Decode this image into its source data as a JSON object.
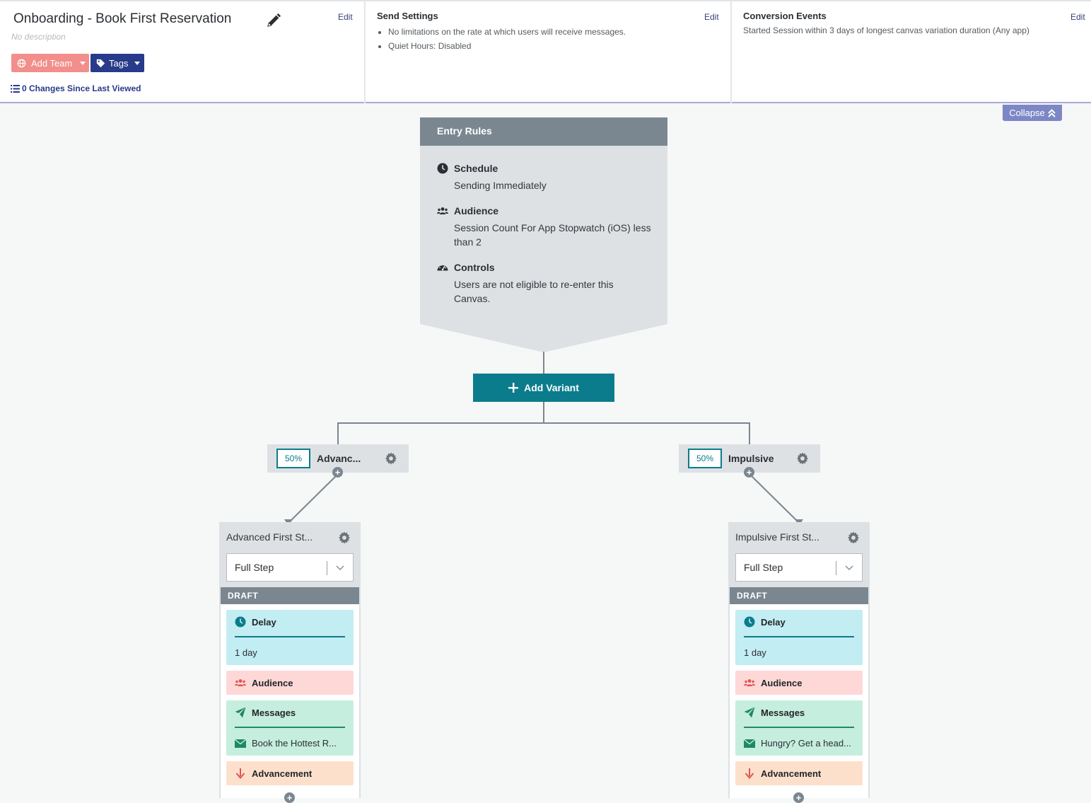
{
  "header": {
    "canvas_name": "Onboarding - Book First Reservation",
    "description": "No description",
    "edit_label": "Edit",
    "add_team_label": "Add Team",
    "tags_label": "Tags",
    "changes_label": "0 Changes Since Last Viewed",
    "send_settings": {
      "title": "Send Settings",
      "items": [
        "No limitations on the rate at which users will receive messages.",
        "Quiet Hours: Disabled"
      ]
    },
    "conversion_events": {
      "title": "Conversion Events",
      "text": "Started Session within 3 days of longest canvas variation duration (Any app)"
    },
    "collapse_label": "Collapse"
  },
  "entry_rules": {
    "title": "Entry Rules",
    "schedule": {
      "label": "Schedule",
      "text": "Sending Immediately"
    },
    "audience": {
      "label": "Audience",
      "text": "Session Count For App Stopwatch (iOS) less than 2"
    },
    "controls": {
      "label": "Controls",
      "text": "Users are not eligible to re-enter this Canvas."
    }
  },
  "add_variant_label": "Add Variant",
  "variants": [
    {
      "percent": "50%",
      "name": "Advanc...",
      "step": {
        "name": "Advanced First St...",
        "type": "Full Step",
        "status": "DRAFT",
        "delay": {
          "label": "Delay",
          "value": "1 day"
        },
        "audience_label": "Audience",
        "messages": {
          "label": "Messages",
          "message": "Book the Hottest R..."
        },
        "advancement_label": "Advancement"
      }
    },
    {
      "percent": "50%",
      "name": "Impulsive",
      "step": {
        "name": "Impulsive First St...",
        "type": "Full Step",
        "status": "DRAFT",
        "delay": {
          "label": "Delay",
          "value": "1 day"
        },
        "audience_label": "Audience",
        "messages": {
          "label": "Messages",
          "message": "Hungry? Get a head..."
        },
        "advancement_label": "Advancement"
      }
    }
  ],
  "colors": {
    "teal": "#0b7c8c",
    "navy": "#283a8a",
    "salmon": "#f28e8b",
    "collapse": "#7d87c6",
    "delay_bg": "#c2edf3",
    "audience_bg": "#fdd8d7",
    "messages_bg": "#c6eedf",
    "advancement_bg": "#fde0cc"
  },
  "icons": {
    "edit": "pencil-icon",
    "team": "globe-icon",
    "tags": "tag-icon",
    "changes": "list-icon",
    "schedule": "clock-icon",
    "audience": "users-icon",
    "controls": "gauge-icon",
    "settings": "gear-icon",
    "add": "plus-icon",
    "messages": "paper-plane-icon",
    "email": "envelope-icon",
    "advancement": "arrow-down-icon"
  }
}
